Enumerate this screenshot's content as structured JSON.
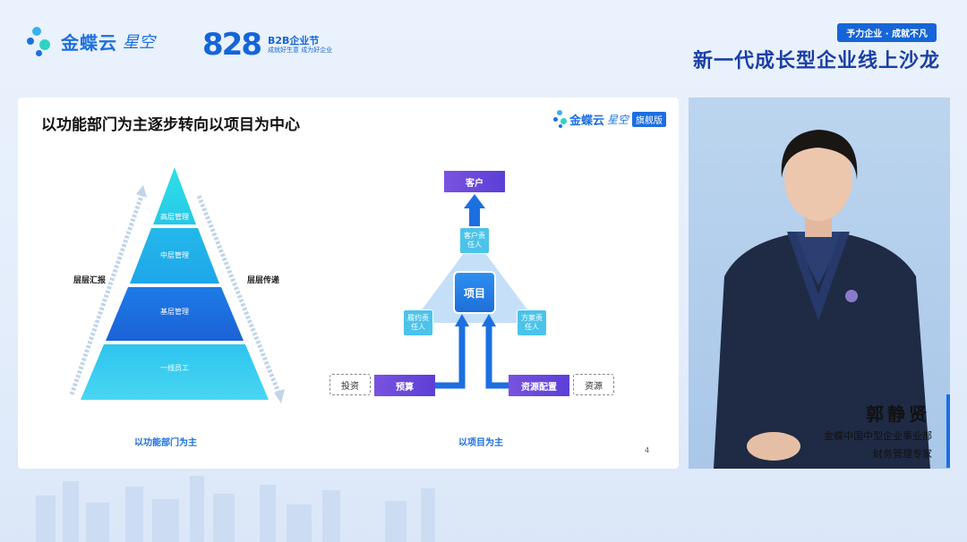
{
  "header": {
    "brand_name": "金蝶云",
    "brand_sub": "星空",
    "b2b_number": "828",
    "b2b_title": "B2B企业节",
    "b2b_tagline": "成就好生意 成为好企业",
    "slogan": "予力企业 · 成就不凡",
    "salon_title": "新一代成长型企业线上沙龙"
  },
  "slide": {
    "title": "以功能部门为主逐步转向以项目为中心",
    "logo_name": "金蝶云",
    "logo_sub": "星空",
    "logo_flag": "旗舰版",
    "page_number": "4",
    "pyramid": {
      "left_label": "层层汇报",
      "right_label": "层层传递",
      "tiers": [
        "高层管理",
        "中层管理",
        "基层管理",
        "一线员工"
      ],
      "caption": "以功能部门为主"
    },
    "project_diagram": {
      "customer": "客户",
      "customer_owner": "客户责\n任人",
      "center": "项目",
      "delivery_owner": "履约责\n任人",
      "solution_owner": "方案责\n任人",
      "budget": "预算",
      "resource_allocation": "资源配置",
      "investment": "投资",
      "resources": "资源",
      "caption": "以项目为主"
    }
  },
  "speaker": {
    "name": "郭静贤",
    "organization": "金蝶中国中型企业事业部",
    "role": "财务管理专家"
  },
  "colors": {
    "brand_blue": "#1c6fe0",
    "title_navy": "#1a3fa8",
    "purple": "#6a48dc",
    "cyan": "#4cc3ea"
  }
}
